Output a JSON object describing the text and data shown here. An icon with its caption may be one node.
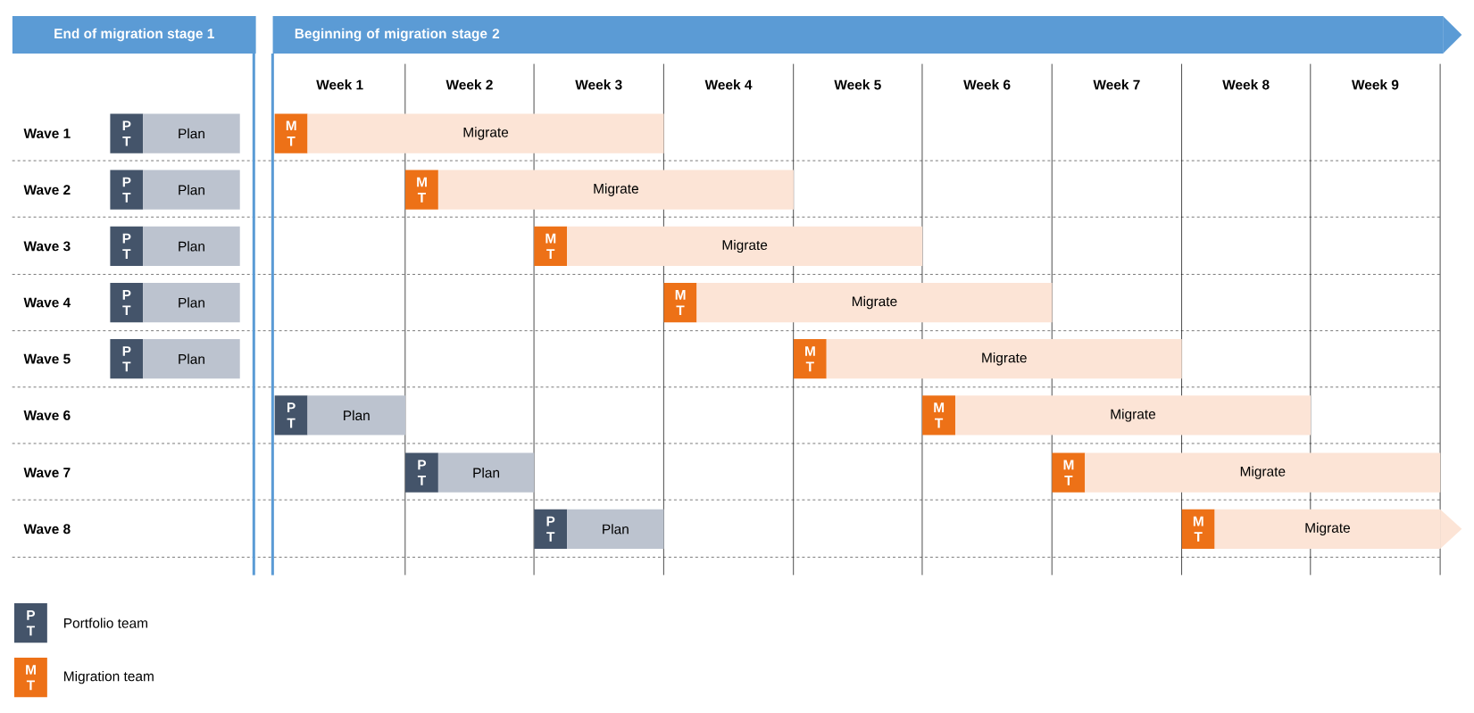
{
  "diagram": {
    "nodes": [
      {
        "text": [
          "End of migration stage 1"
        ]
      },
      {
        "text": [
          "Beginning of migration stage 2"
        ]
      },
      {
        "text": [
          "P T"
        ]
      },
      {
        "text": [
          "Plan"
        ]
      },
      {
        "text": [
          "M T"
        ]
      },
      {
        "text": [
          "Migrate"
        ]
      },
      {
        "text": [
          "P T"
        ]
      },
      {
        "text": [
          "Plan"
        ]
      },
      {
        "text": [
          "M T"
        ]
      },
      {
        "text": [
          "Migrate"
        ]
      },
      {
        "text": [
          "P T"
        ]
      },
      {
        "text": [
          "Plan"
        ]
      },
      {
        "text": [
          "M T"
        ]
      },
      {
        "text": [
          "Migrate"
        ]
      },
      {
        "text": [
          "P T"
        ]
      },
      {
        "text": [
          "Plan"
        ]
      },
      {
        "text": [
          "M T"
        ]
      },
      {
        "text": [
          "Migrate"
        ]
      },
      {
        "text": [
          "P T"
        ]
      },
      {
        "text": [
          "Plan"
        ]
      },
      {
        "text": [
          "M T"
        ]
      },
      {
        "text": [
          "Migrate"
        ]
      },
      {
        "text": [
          "P T"
        ]
      },
      {
        "text": [
          "Plan"
        ]
      },
      {
        "text": [
          "M T"
        ]
      },
      {
        "text": [
          "Migrate"
        ]
      },
      {
        "text": [
          "P T"
        ]
      },
      {
        "text": [
          "Plan"
        ]
      },
      {
        "text": [
          "M T"
        ]
      },
      {
        "text": [
          "Migrate"
        ]
      },
      {
        "text": [
          "P T"
        ]
      },
      {
        "text": [
          "Plan"
        ]
      },
      {
        "text": [
          "M T"
        ]
      },
      {
        "text": [
          "Migrate"
        ]
      }
    ],
    "labels": [
      "Week 1",
      "Week 2",
      "Week 3",
      "Week 4",
      "Week 5",
      "Week 6",
      "Week 7",
      "Week 8",
      "Week 9",
      "Wave 1",
      "Wave 2",
      "Wave 3",
      "Wave 4",
      "Wave 5",
      "Wave 6",
      "Wave 7",
      "Wave 8",
      "P T",
      "M T"
    ],
    "legend": [
      {
        "text": "Portfolio team",
        "color": "#44546a"
      },
      {
        "text": "Migration team",
        "color": "#ed7117"
      }
    ]
  }
}
